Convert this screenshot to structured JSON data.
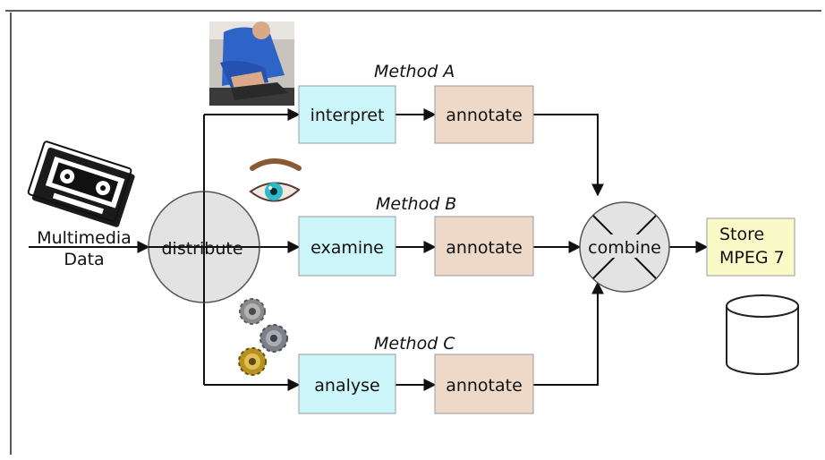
{
  "input": {
    "label_line1": "Multimedia",
    "label_line2": "Data",
    "icon": "videotape-icon"
  },
  "distribute": {
    "label": "distribute"
  },
  "methods": [
    {
      "name": "Method A",
      "step": "interpret",
      "annotate": "annotate",
      "icon": "person-typing-photo"
    },
    {
      "name": "Method B",
      "step": "examine",
      "annotate": "annotate",
      "icon": "eye-icon"
    },
    {
      "name": "Method C",
      "step": "analyse",
      "annotate": "annotate",
      "icon": "gears-icon"
    }
  ],
  "combine": {
    "label": "combine"
  },
  "store": {
    "line1": "Store",
    "line2": "MPEG 7",
    "icon": "database-cylinder-icon"
  },
  "colors": {
    "step_box": "#ccf6fa",
    "annotate_box": "#eed9c9",
    "store_box": "#fafac8",
    "circle_fill": "#e3e3e3",
    "line": "#111111"
  }
}
